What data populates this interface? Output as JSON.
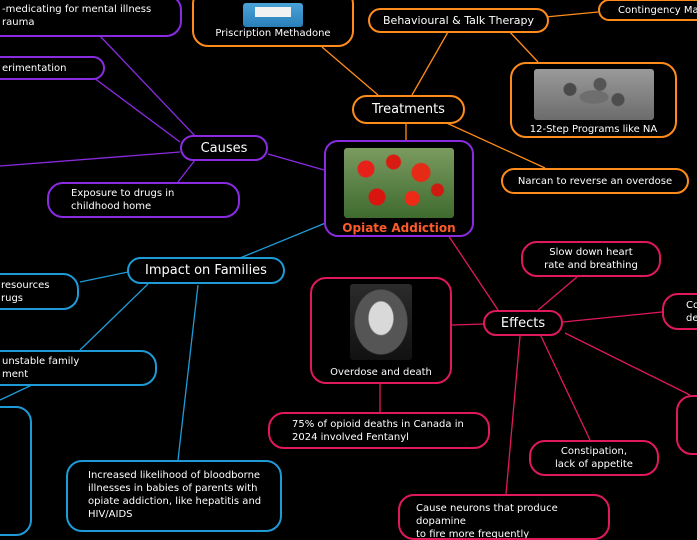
{
  "colors": {
    "orange": "#ff8c1a",
    "purple": "#8a2be2",
    "blue": "#1e9bd7",
    "pink": "#e0195a",
    "center_label": "#ff5a2a"
  },
  "center": {
    "label": "Opiate Addiction",
    "image": "poppy-field-image"
  },
  "treatments": {
    "title": "Treatments",
    "methadone": "Priscription Methadone",
    "behavioural": "Behavioural & Talk Therapy",
    "contingency": "Contingency Ma",
    "twelve_step": "12-Step Programs like NA",
    "narcan": "Narcan to reverse an overdose"
  },
  "causes": {
    "title": "Causes",
    "self_med_line1": "-medicating for mental illness",
    "self_med_line2": "rauma",
    "experimentation": "erimentation",
    "exposure": "Exposure to drugs in childhood home"
  },
  "families": {
    "title": "Impact on Families",
    "resources_line1": "resources",
    "resources_line2": "rugs",
    "unstable_line1": "unstable family",
    "unstable_line2": "ment",
    "bloodborne": "Increased likelihood of bloodborne illnesses in babies of parents with opiate addiction, like hepatitis and HIV/AIDS"
  },
  "effects": {
    "title": "Effects",
    "heart_rate": "Slow down heart rate and breathing",
    "right_cut_line1": "Co",
    "right_cut_line2": "de",
    "overdose": "Overdose and death",
    "fentanyl": "75% of opioid deaths in Canada in 2024 involved Fentanyl",
    "constipation": "Constipation, lack of appetite",
    "dopamine_line1": "Cause neurons that produce dopamine",
    "dopamine_line2": "to fire more frequently"
  }
}
